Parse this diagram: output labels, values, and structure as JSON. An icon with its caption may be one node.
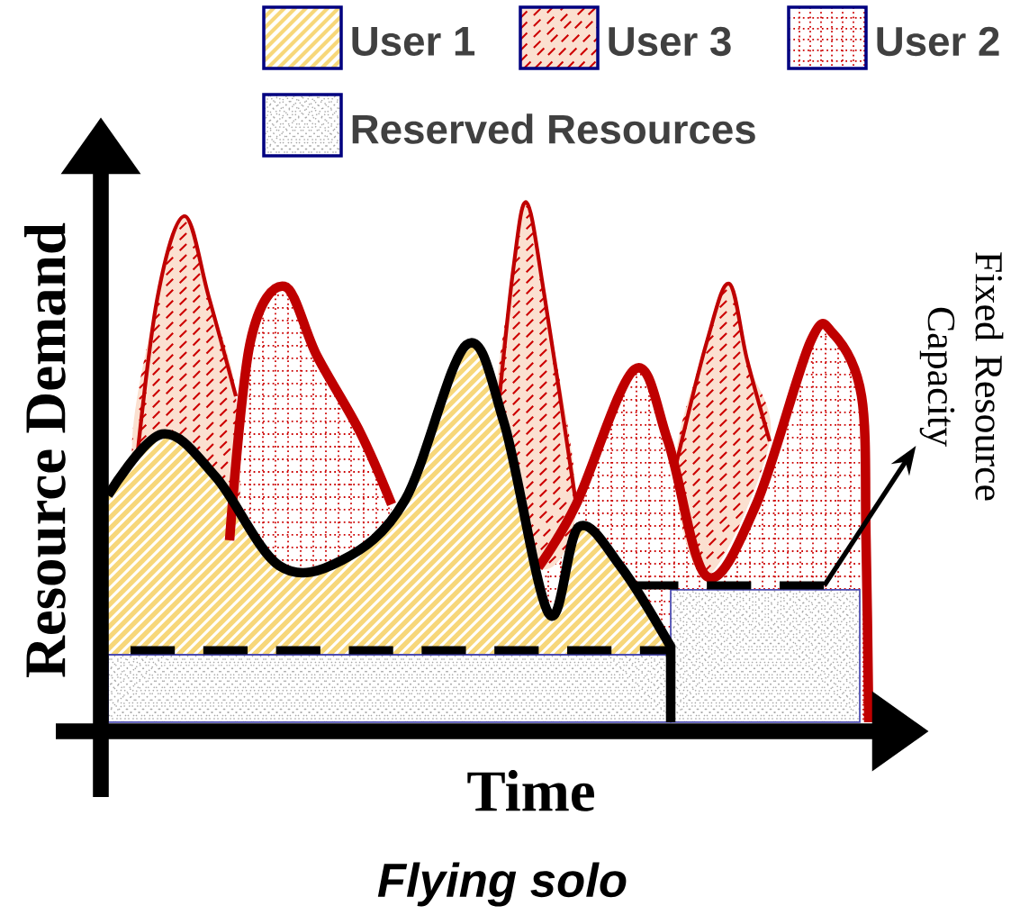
{
  "diagram": {
    "caption": "Flying solo",
    "nodes": [
      {
        "text": [
          "Fixed Resource Capacity"
        ]
      },
      {
        "text": [],
        "shape": "line"
      }
    ],
    "edges": [
      {
        "from": 1,
        "to": 0,
        "arrow": "to"
      }
    ],
    "labels": [
      "Resource Demand",
      "Time"
    ],
    "legend": [
      {
        "text": "User 1"
      },
      {
        "text": "User 3"
      },
      {
        "text": "User 2"
      },
      {
        "text": "Reserved Resources"
      }
    ]
  }
}
